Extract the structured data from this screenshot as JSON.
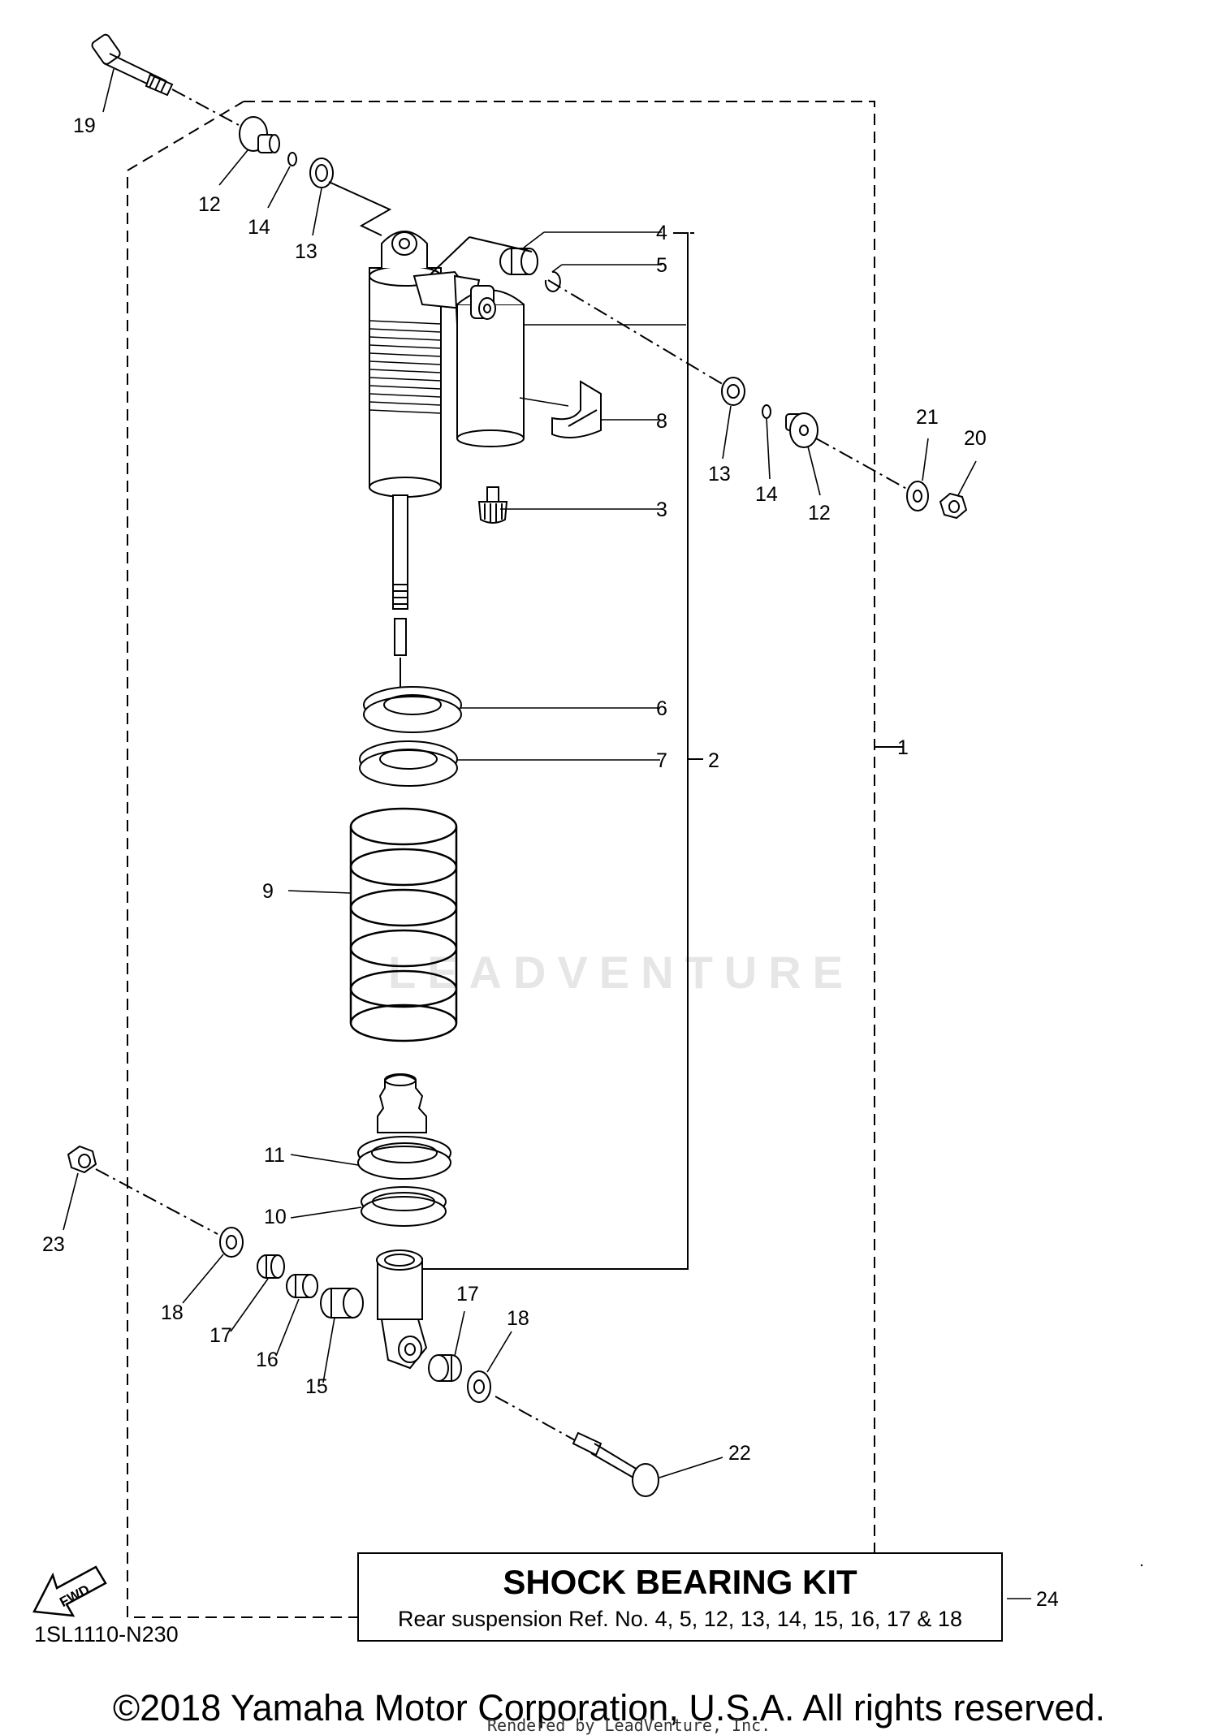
{
  "watermark": "LEADVENTURE",
  "callouts": {
    "c1": "1",
    "c2": "2",
    "c3": "3",
    "c4": "4",
    "c5": "5",
    "c6": "6",
    "c7": "7",
    "c8": "8",
    "c9": "9",
    "c10": "10",
    "c11": "11",
    "c12a": "12",
    "c12b": "12",
    "c13a": "13",
    "c13b": "13",
    "c14a": "14",
    "c14b": "14",
    "c15": "15",
    "c16": "16",
    "c17a": "17",
    "c17b": "17",
    "c18a": "18",
    "c18b": "18",
    "c19": "19",
    "c20": "20",
    "c21": "21",
    "c22": "22",
    "c23": "23",
    "c24": "24"
  },
  "fwd_label": "FWD",
  "kit": {
    "title": "SHOCK BEARING KIT",
    "subtitle": "Rear suspension Ref. No. 4, 5, 12, 13, 14, 15, 16, 17 & 18"
  },
  "diagram_code": "1SL1110-N230",
  "copyright": "©2018 Yamaha Motor Corporation, U.S.A. All rights reserved.",
  "rendered_by": "Rendered by LeadVenture, Inc."
}
